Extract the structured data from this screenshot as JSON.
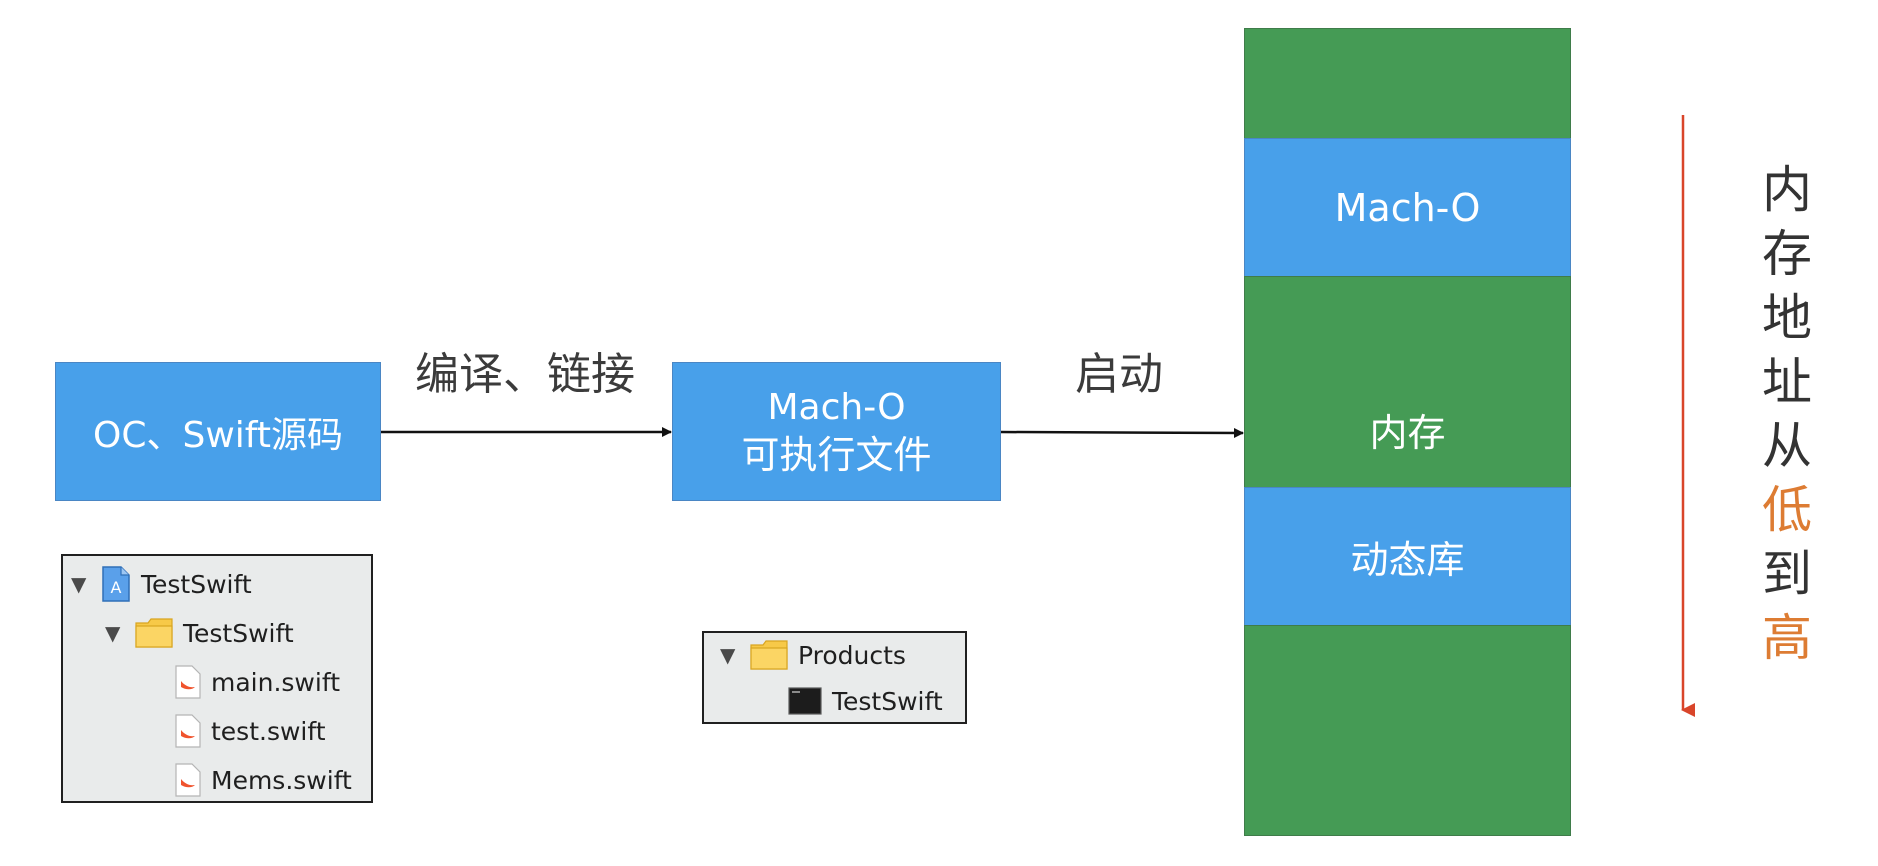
{
  "source_box": {
    "label": "OC、Swift源码"
  },
  "edge_compile": {
    "label": "编译、链接"
  },
  "macho_box": {
    "line1": "Mach-O",
    "line2": "可执行文件"
  },
  "edge_launch": {
    "label": "启动"
  },
  "memory_column": {
    "macho_segment": "Mach-O",
    "memory_segment": "内存",
    "dylib_segment": "动态库"
  },
  "project_tree": {
    "project": "TestSwift",
    "group": "TestSwift",
    "files": [
      "main.swift",
      "test.swift",
      "Mems.swift"
    ]
  },
  "products_tree": {
    "group": "Products",
    "item": "TestSwift"
  },
  "address_note": {
    "chars": [
      "内",
      "存",
      "地",
      "址",
      "从",
      "低",
      "到",
      "高"
    ],
    "normal_color": "#333333",
    "highlight_color": "#dd7c33",
    "arrow_color": "#d9452a"
  },
  "colors": {
    "blue": "#48a0ea",
    "green": "#459b55"
  }
}
